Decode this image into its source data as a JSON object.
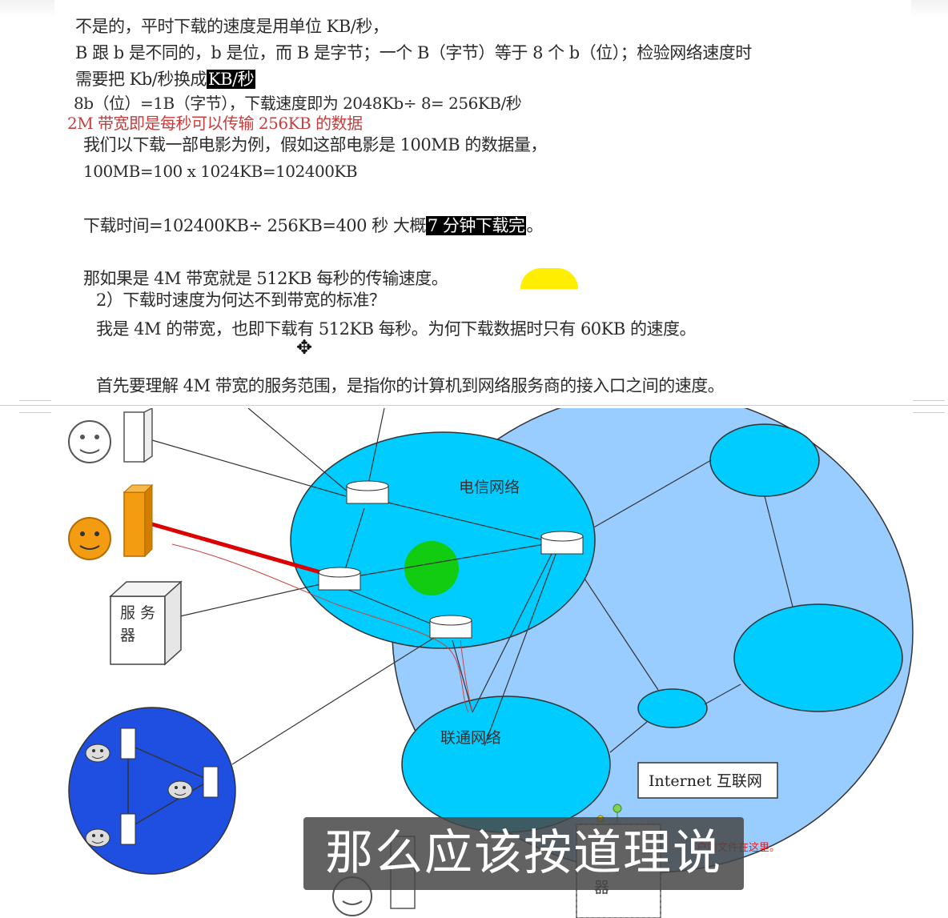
{
  "text_lines": {
    "l1": "不是的，平时下载的速度是用单位 KB/秒，",
    "l2": "B 跟 b 是不同的，b 是位，而 B 是字节；一个 B（字节）等于 8 个 b（位）；检验网络速度时",
    "l3a": "需要把 Kb/秒换成",
    "l3b": "KB/秒",
    "l4": "8b（位）=1B（字节），下载速度即为 2048Kb÷ 8= 256KB/秒",
    "l5": "2M 带宽即是每秒可以传输  256KB 的数据",
    "l6": "我们以下载一部电影为例，假如这部电影是  100MB 的数据量，",
    "l7": "100MB=100 x 1024KB=102400KB",
    "l8a": "下载时间=102400KB÷ 256KB=400 秒      大概",
    "l8b": "7 分钟下载完",
    "l8c": "。",
    "l9": "那如果是 4M 带宽就是 512KB 每秒的传输速度。",
    "l10": "2）下载时速度为何达不到带宽的标准？",
    "l11": "我是 4M 的带宽，也即下载有 512KB 每秒。为何下载数据时只有 60KB 的速度。",
    "l12": "首先要理解 4M 带宽的服务范围，是指你的计算机到网络服务商的接入口之间的速度。"
  },
  "diagram": {
    "telecom_label": "电信网络",
    "unicom_label": "联通网络",
    "internet_label": "Internet 互联网",
    "server_label_1": "服 务",
    "server_label_2": "器",
    "bottom_server_label": "器",
    "red_note": "户需文件在这里。",
    "colors": {
      "internet_cloud": "#99ccff",
      "network_cyan": "#00ccff",
      "lan_blue": "#1f4fe0",
      "green_node": "#11cc11",
      "red_link": "#dd0000",
      "orange_user": "#f39c12"
    }
  },
  "subtitle": "那么应该按道理说"
}
